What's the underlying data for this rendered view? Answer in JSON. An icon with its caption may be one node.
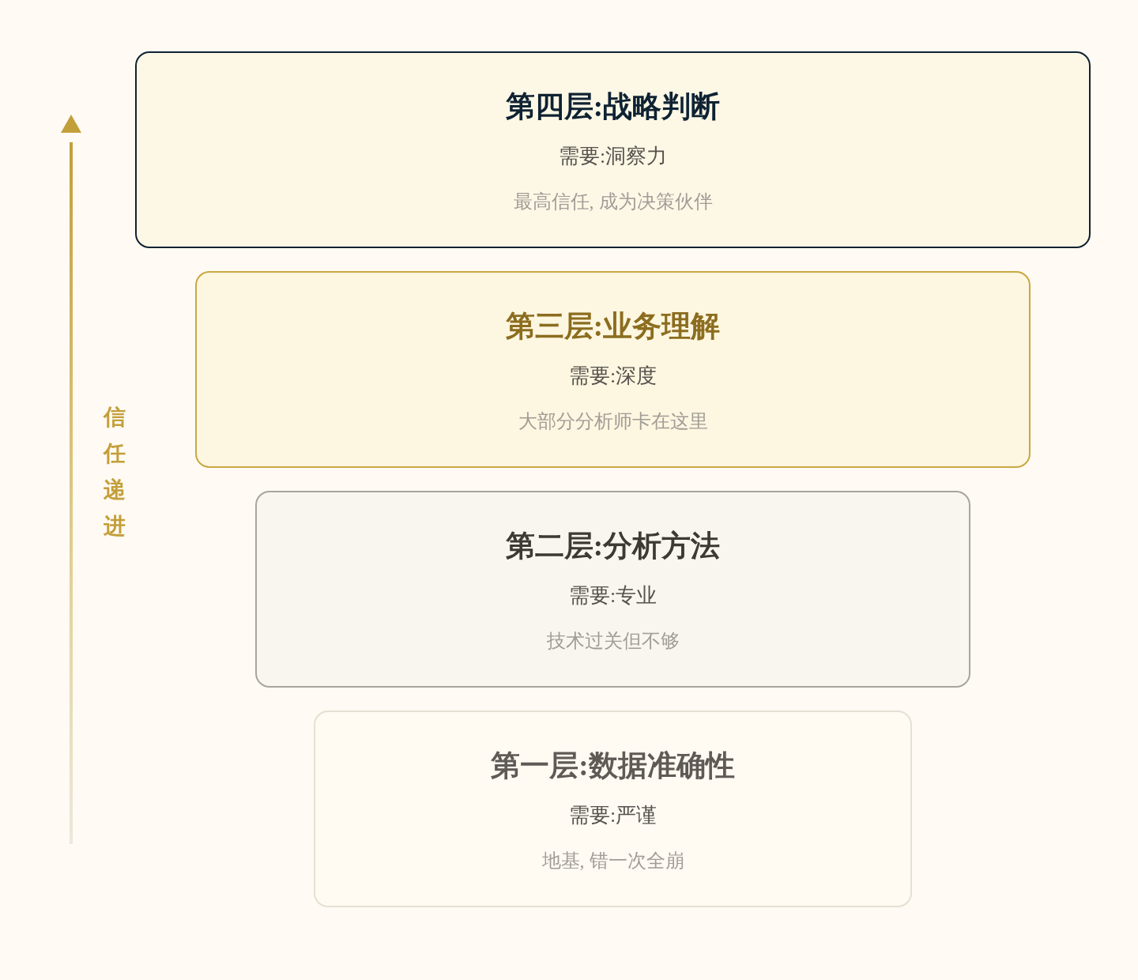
{
  "diagram": {
    "nodes": [
      {
        "text": [
          "第四层:战略判断",
          "需要:洞察力",
          "最高信任, 成为决策伙伴"
        ]
      },
      {
        "text": [
          "第三层:业务理解",
          "需要:深度",
          "大部分分析师卡在这里"
        ]
      },
      {
        "text": [
          "第二层:分析方法",
          "需要:专业",
          "技术过关但不够"
        ]
      },
      {
        "text": [
          "第一层:数据准确性",
          "需要:严谨",
          "地基, 错一次全崩"
        ]
      }
    ],
    "edges": [],
    "labels": [
      "信任递进"
    ]
  }
}
